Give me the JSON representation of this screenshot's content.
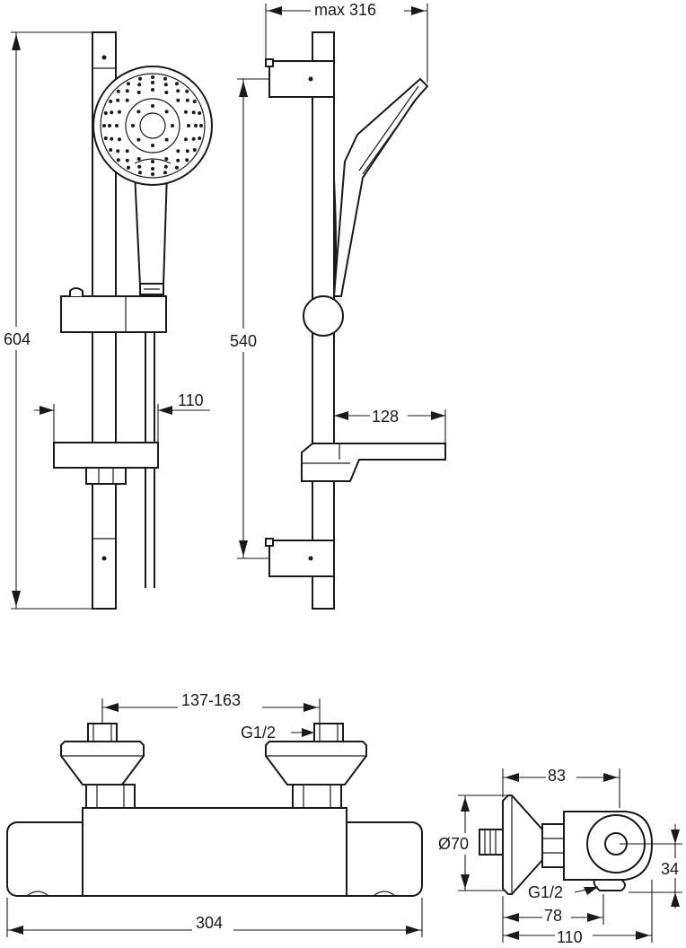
{
  "dimensions": {
    "total_height": "604",
    "rail_height": "540",
    "max_width": "max 316",
    "soap_dish_width": "110",
    "soap_dish_depth": "128",
    "inlet_spacing": "137-163",
    "inlet_thread": "G1/2",
    "body_length": "304",
    "side_depth": "83",
    "diameter": "Ø70",
    "outlet_offset": "34",
    "outlet_thread": "G1/2",
    "depth_78": "78",
    "depth_110": "110"
  }
}
